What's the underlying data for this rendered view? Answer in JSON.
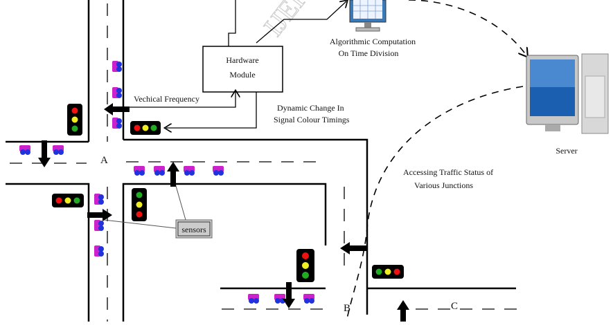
{
  "labels": {
    "hardware_line1": "Hardware",
    "hardware_line2": "Module",
    "algo_line1": "Algorithmic  Computation",
    "algo_line2": "On Time Division",
    "vehicle_freq": "Vechical Frequency",
    "dynamic_line1": "Dynamic Change In",
    "dynamic_line2": "Signal Colour Timings",
    "server": "Server",
    "access_line1": "Accessing Traffic Status of",
    "access_line2": "Various  Junctions",
    "sensors": "sensors",
    "junction_a": "A",
    "junction_b": "B",
    "junction_c": "C"
  },
  "watermark": "IJERT",
  "colors": {
    "car_body": "#cc22cc",
    "car_wheel": "#2233dd",
    "light_red": "#ee1111",
    "light_yellow": "#eeee22",
    "light_green": "#22aa22",
    "road_line": "#000000",
    "sensor_box": "#cccccc"
  },
  "icons": [
    "computer-monitor-icon",
    "server-computer-icon",
    "traffic-light-icon",
    "car-icon",
    "arrow-icon"
  ]
}
